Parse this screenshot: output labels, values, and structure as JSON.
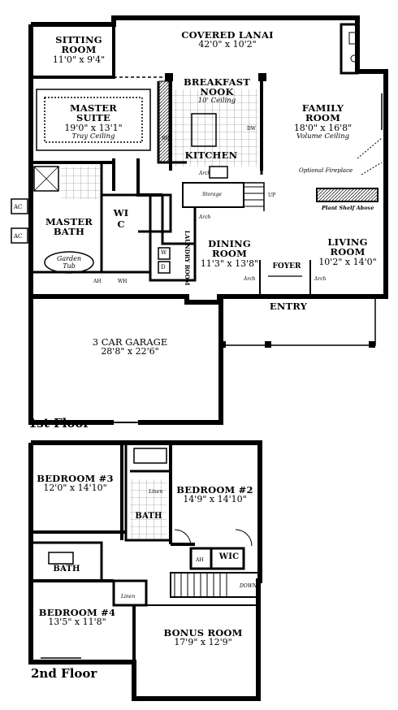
{
  "floors": [
    {
      "name": "1st Floor"
    },
    {
      "name": "2nd Floor"
    }
  ],
  "rooms": {
    "sitting_room": {
      "name_1": "SITTING",
      "name_2": "ROOM",
      "dims": "11'0\" x 9'4\""
    },
    "covered_lanai": {
      "name": "COVERED LANAI",
      "dims": "42'0\" x 10'2\""
    },
    "breakfast_nook": {
      "name_1": "BREAKFAST",
      "name_2": "NOOK",
      "note": "10' Ceiling"
    },
    "family_room": {
      "name_1": "FAMILY",
      "name_2": "ROOM",
      "dims": "18'0\" x 16'8\"",
      "note": "Volume Ceiling"
    },
    "master_suite": {
      "name_1": "MASTER",
      "name_2": "SUITE",
      "dims": "19'0\" x 13'1\"",
      "note": "Tray Ceiling"
    },
    "kitchen": {
      "name": "KITCHEN"
    },
    "master_bath": {
      "name_1": "MASTER",
      "name_2": "BATH"
    },
    "wic_1": {
      "name": "WIC"
    },
    "laundry": {
      "name": "LAUNDRY ROOM"
    },
    "dining_room": {
      "name_1": "DINING",
      "name_2": "ROOM",
      "dims": "11'3\" x 13'8\""
    },
    "living_room": {
      "name_1": "LIVING",
      "name_2": "ROOM",
      "dims": "10'2\" x 14'0\""
    },
    "foyer": {
      "name": "FOYER"
    },
    "entry": {
      "name": "ENTRY"
    },
    "garage": {
      "name": "3 CAR GARAGE",
      "dims": "28'8\" x 22'6\""
    },
    "bedroom_3": {
      "name": "BEDROOM #3",
      "dims": "12'0\" x 14'10\""
    },
    "bedroom_2": {
      "name": "BEDROOM #2",
      "dims": "14'9\" x 14'10\""
    },
    "bath_2a": {
      "name": "BATH"
    },
    "bath_2b": {
      "name": "BATH"
    },
    "wic_2": {
      "name": "WIC"
    },
    "bedroom_4": {
      "name": "BEDROOM #4",
      "dims": "13'5\" x 11'8\""
    },
    "bonus_room": {
      "name": "BONUS ROOM",
      "dims": "17'9\" x 12'9\""
    }
  },
  "annotations": {
    "optional_fireplace": "Optional Fireplace",
    "plant_shelf": "Plant Shelf Above",
    "storage": "Storage",
    "up": "UP",
    "down": "DOWN",
    "arch": "Arch",
    "garden_tub_1": "Garden",
    "garden_tub_2": "Tub",
    "ref": "REF",
    "dw": "DW",
    "ac": "AC",
    "ah": "AH",
    "wh": "WH",
    "washer": "W",
    "dryer": "D",
    "linen": "Linen"
  }
}
